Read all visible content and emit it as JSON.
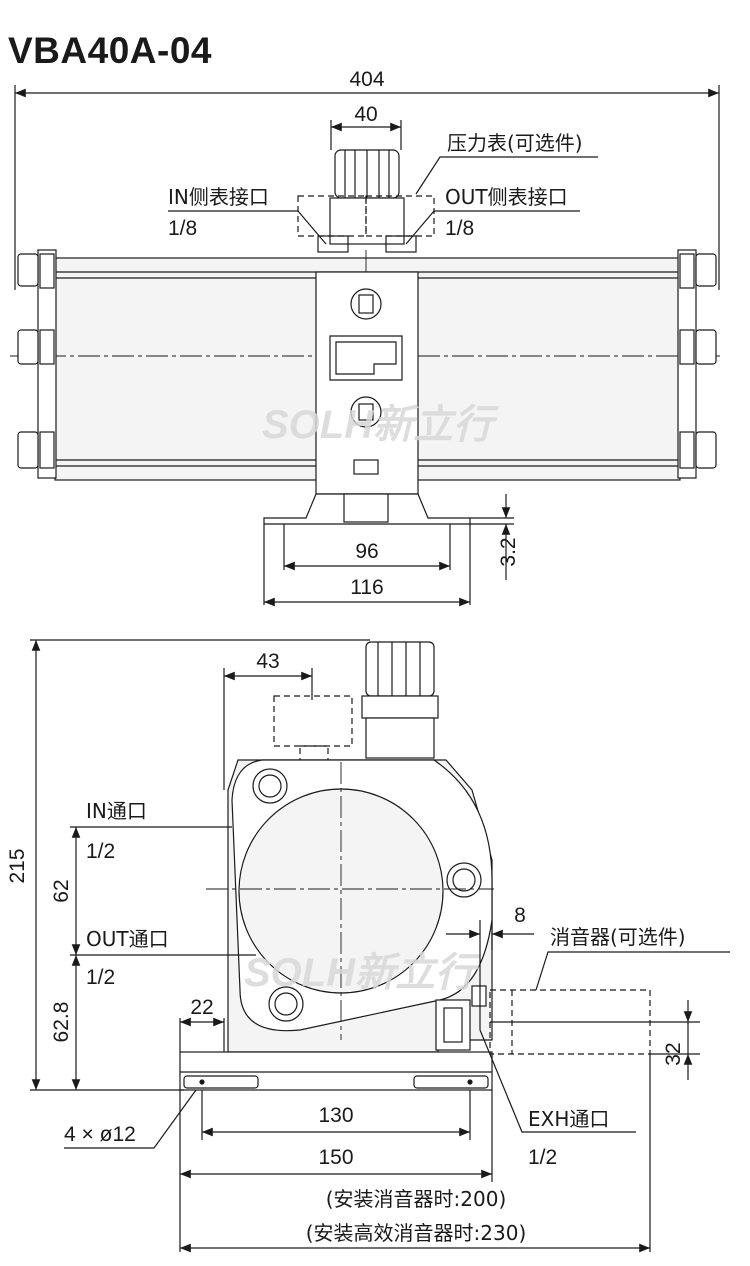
{
  "title": "VBA40A-04",
  "watermark": "SOLH新立行",
  "top_view": {
    "dim_total_width": "404",
    "dim_gauge_width": "40",
    "gauge_label": "压力表(可选件)",
    "in_port_label": "IN侧表接口",
    "in_port_size": "1/8",
    "out_port_label": "OUT侧表接口",
    "out_port_size": "1/8",
    "dim_foot_inner": "96",
    "dim_foot_outer": "116",
    "dim_foot_thickness": "3.2"
  },
  "side_view": {
    "dim_height": "215",
    "dim_gauge_offset": "43",
    "in_port_label": "IN通口",
    "in_port_size": "1/2",
    "dim_in_to_out": "62",
    "out_port_label": "OUT通口",
    "out_port_size": "1/2",
    "dim_out_height": "62.8",
    "dim_mount_offset": "22",
    "dim_exh_gap": "8",
    "silencer_label": "消音器(可选件)",
    "dim_silencer_height": "32",
    "mount_holes_label": "4 × ø12",
    "dim_hole_pitch": "130",
    "dim_base_width": "150",
    "exh_port_label": "EXH通口",
    "exh_port_size": "1/2",
    "note_silencer": "(安装消音器时:200)",
    "note_hi_silencer": "(安装高效消音器时:230)"
  },
  "colors": {
    "body_fill": "#f4f4f4",
    "line": "#1a1a1a",
    "watermark": "#d8d8d8"
  }
}
